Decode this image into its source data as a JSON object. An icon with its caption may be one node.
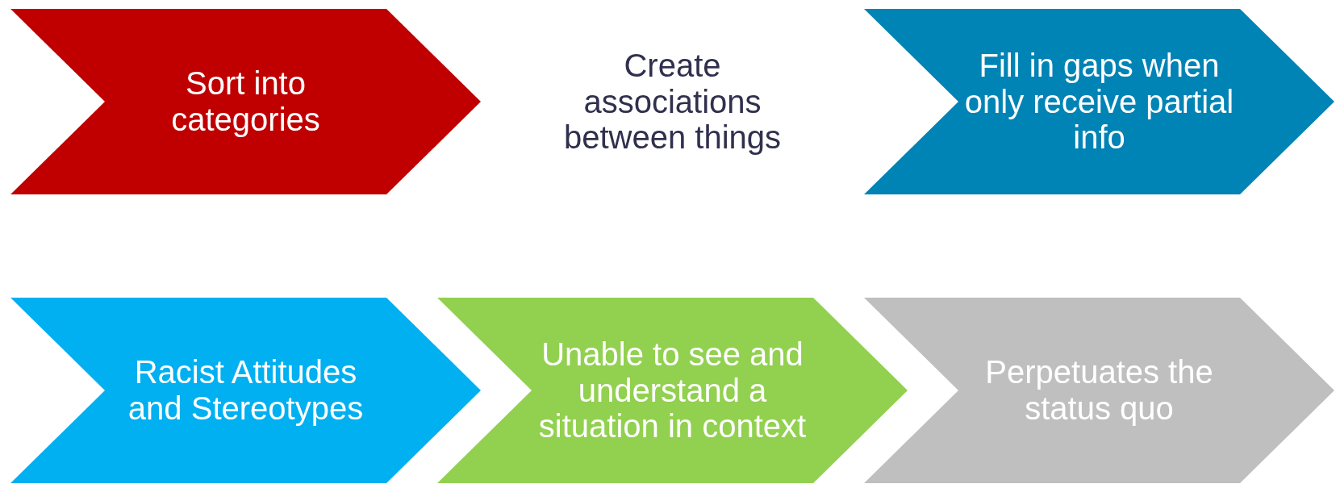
{
  "diagram": {
    "nodes": [
      {
        "text": [
          "Sort into categories"
        ]
      },
      {
        "text": [
          "Create associations between things"
        ]
      },
      {
        "text": [
          "Fill in gaps when only receive partial info"
        ]
      },
      {
        "text": [
          "Racist Attitudes and Stereotypes"
        ]
      },
      {
        "text": [
          "Unable to see and understand a situation in context"
        ]
      },
      {
        "text": [
          "Perpetuates the status quo"
        ]
      }
    ]
  }
}
